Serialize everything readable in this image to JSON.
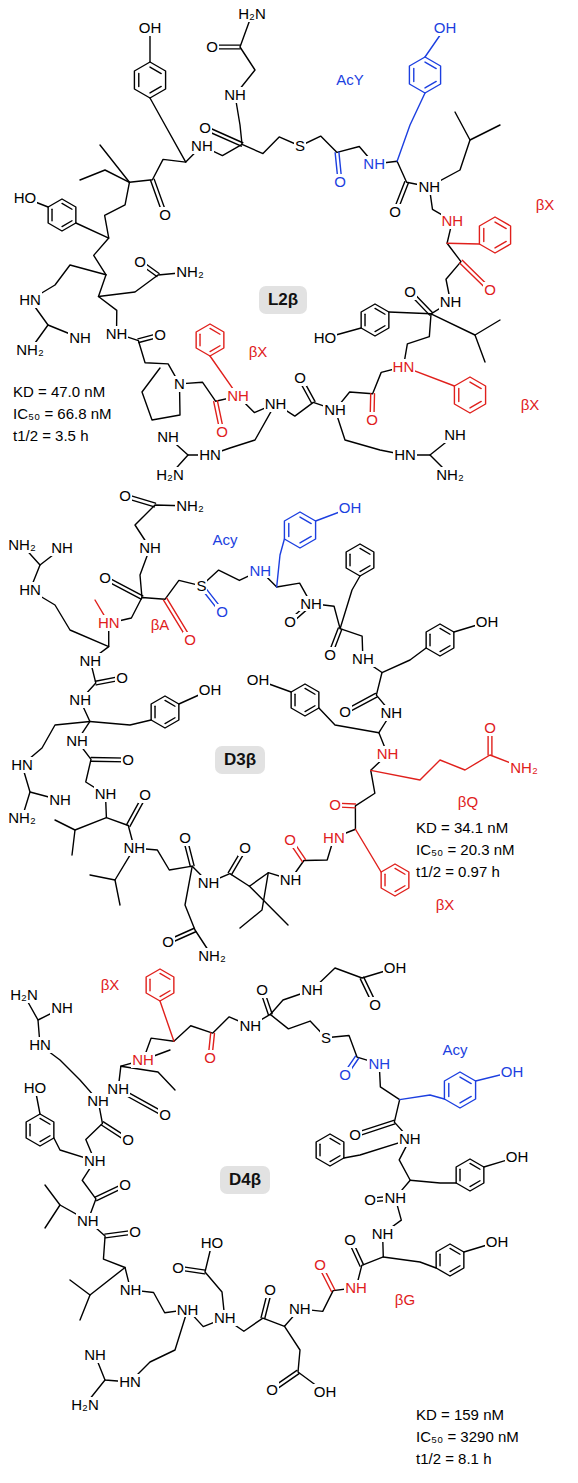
{
  "diagram": {
    "nodes": [
      {
        "text": [
          "L2β"
        ]
      },
      {
        "text": [
          "D3β"
        ]
      },
      {
        "text": [
          "D4β"
        ]
      }
    ],
    "labels": [
      "H₂N",
      "O",
      "NH",
      "OH",
      "AcY",
      "OH",
      "O",
      "S",
      "NH",
      "O",
      "NH",
      "O",
      "NH",
      "NH",
      "βX",
      "O",
      "NH",
      "O",
      "HO",
      "HN",
      "βX",
      "O",
      "NH",
      "HN",
      "NH",
      "NH₂",
      "O",
      "NH",
      "HN",
      "NH",
      "H₂N",
      "NH",
      "βX",
      "O",
      "N",
      "O",
      "NH",
      "O",
      "NH₂",
      "HN",
      "NH",
      "NH₂",
      "HO",
      "O",
      "KD = 47.0 nM",
      "IC₅₀ = 66.8 nM",
      "t1/2 = 3.5 h",
      "NH₂",
      "O",
      "NH",
      "O",
      "Acy",
      "OH",
      "S",
      "O",
      "NH",
      "O",
      "NH",
      "O",
      "NH",
      "OH",
      "O",
      "NH",
      "OH",
      "NH",
      "NH₂",
      "O",
      "βQ",
      "O",
      "HN",
      "βX",
      "O",
      "NH",
      "O",
      "NH",
      "O",
      "NH₂",
      "O",
      "NH",
      "O",
      "NH",
      "O",
      "NH",
      "OH",
      "O",
      "NH",
      "HN",
      "NH",
      "NH₂",
      "NH",
      "HN",
      "NH",
      "NH₂",
      "HN",
      "O",
      "βA",
      "KD = 34.1 nM",
      "IC₅₀ = 20.3 nM",
      "t1/2 = 0.97 h",
      "βX",
      "NH",
      "O",
      "NH",
      "O",
      "NH",
      "OH",
      "O",
      "S",
      "O",
      "NH",
      "Acy",
      "OH",
      "O",
      "NH",
      "O",
      "NH",
      "OH",
      "O",
      "NH",
      "OH",
      "NH",
      "O",
      "βG",
      "NH",
      "O",
      "OH",
      "O",
      "NH",
      "O",
      "HO",
      "NH",
      "HN",
      "NH",
      "H₂N",
      "NH",
      "O",
      "NH",
      "O",
      "NH",
      "HO",
      "O",
      "NH",
      "HN",
      "NH",
      "H₂N",
      "O",
      "NH",
      "KD = 159 nM",
      "IC₅₀ = 3290 nM",
      "t1/2 = 8.1 h"
    ]
  }
}
